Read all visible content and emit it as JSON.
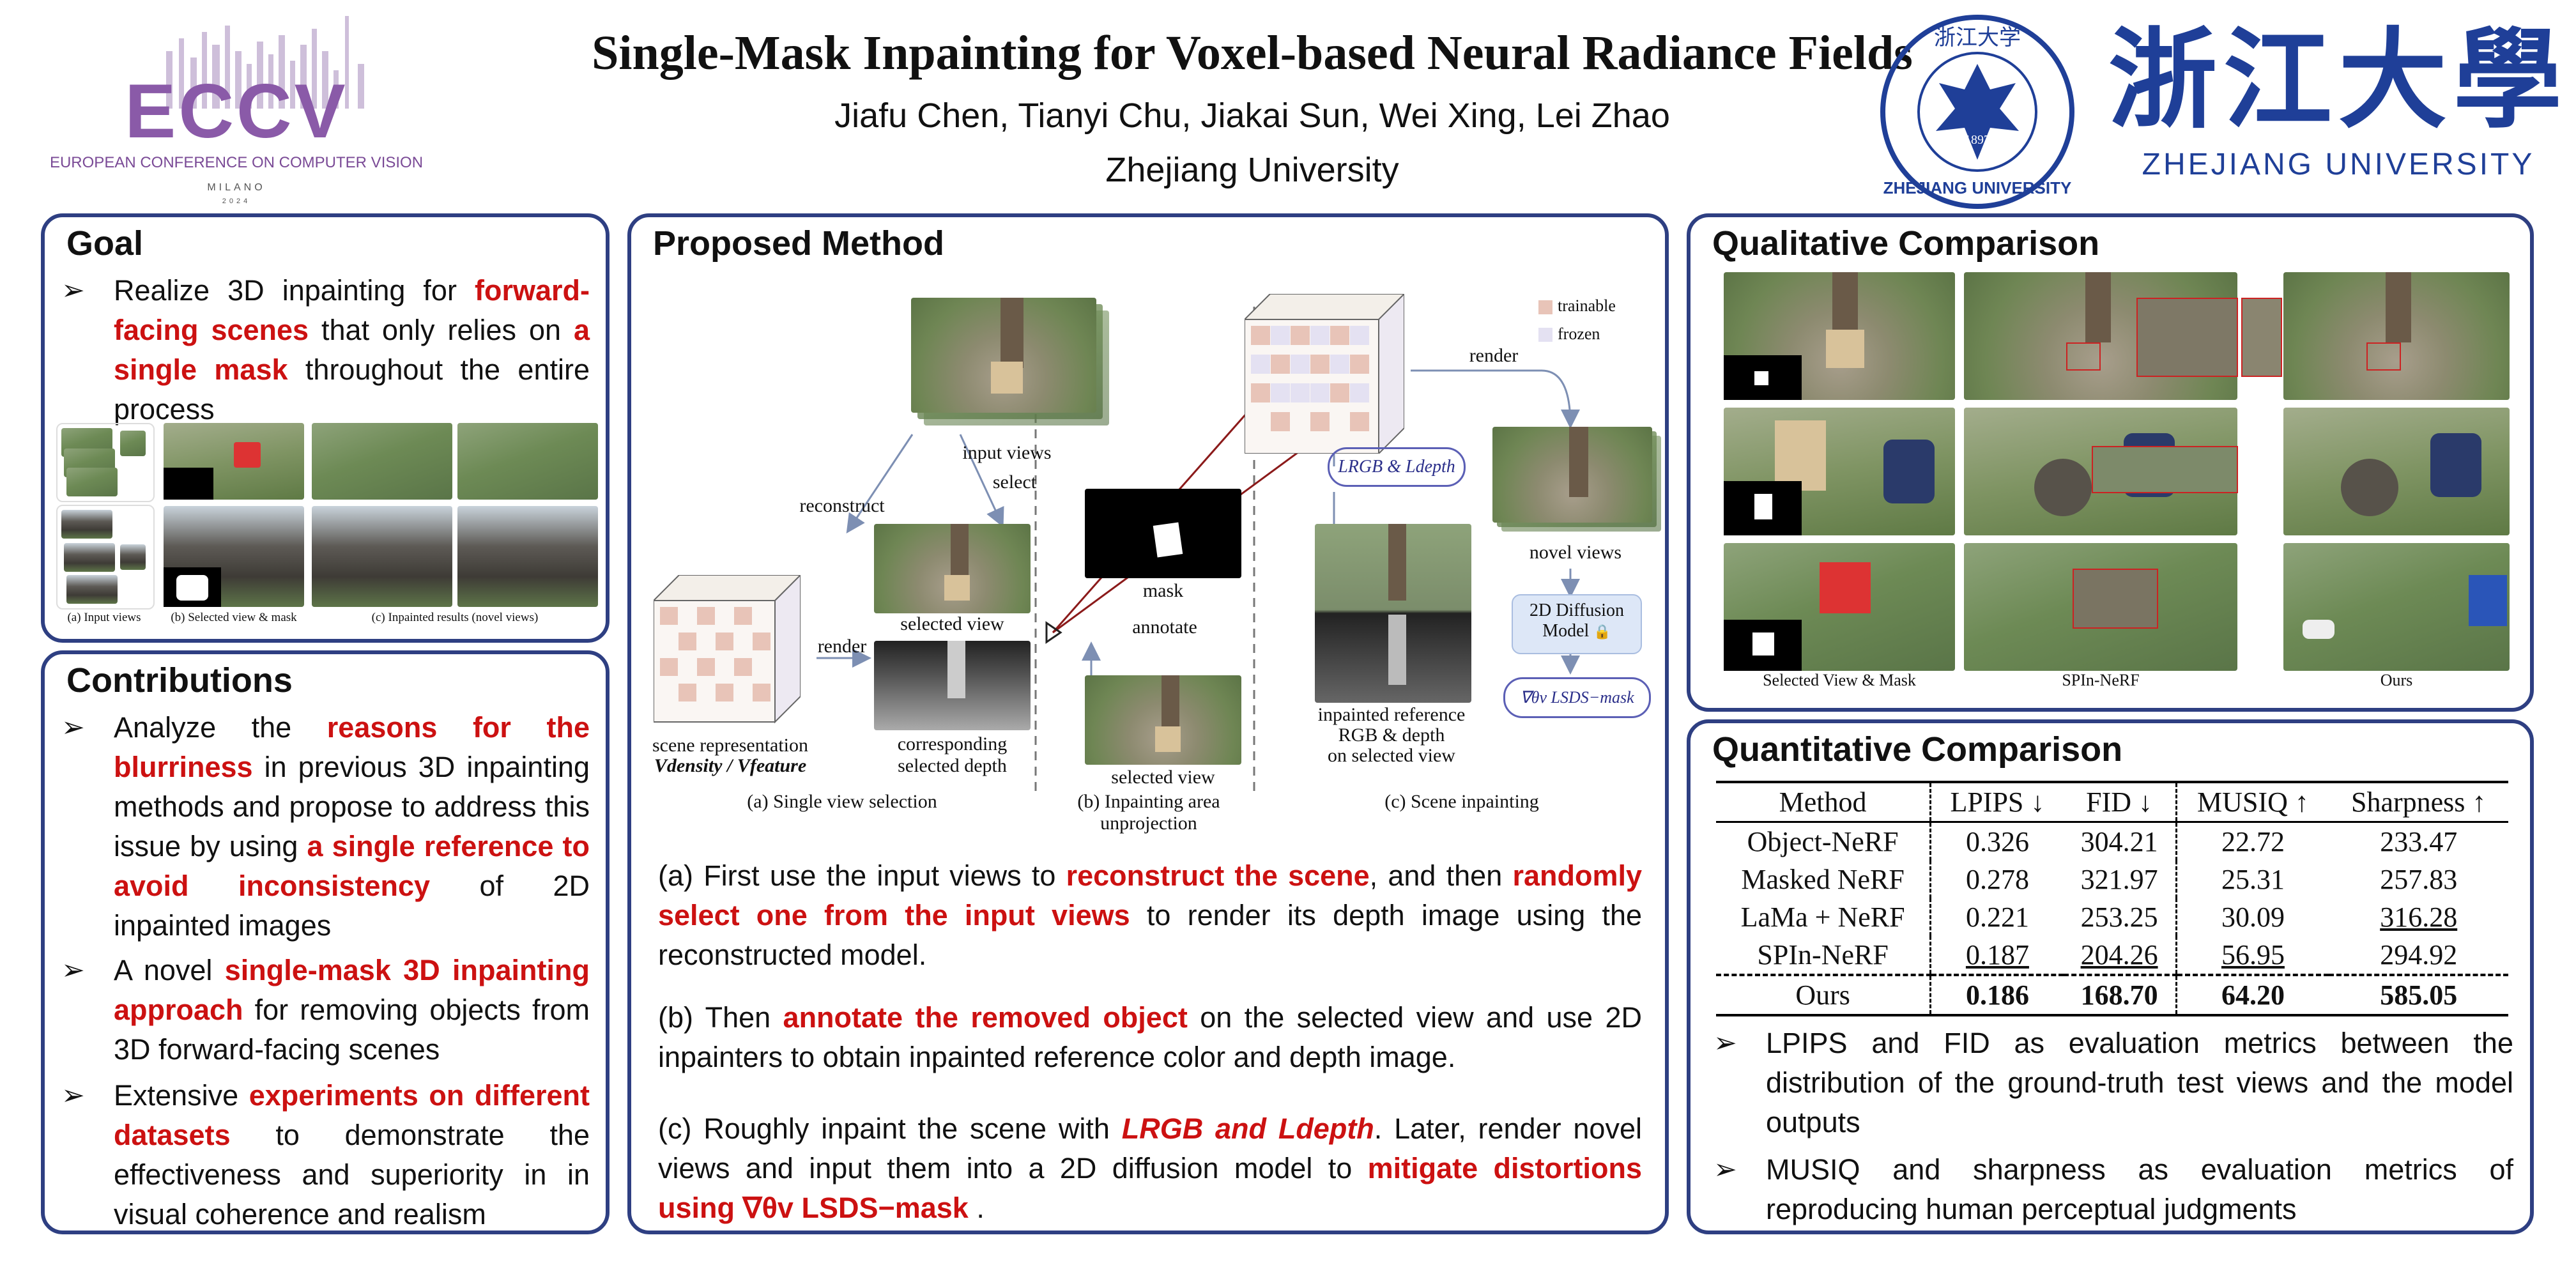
{
  "header": {
    "title": "Single-Mask Inpainting for Voxel-based Neural Radiance Fields",
    "authors": "Jiafu Chen, Tianyi Chu, Jiakai Sun, Wei Xing, Lei Zhao",
    "affiliation": "Zhejiang University",
    "conference_logo": {
      "acronym": "ECCV",
      "full_name": "EUROPEAN CONFERENCE ON COMPUTER VISION",
      "city": "MILANO",
      "year": "2024"
    },
    "university_logo": {
      "seal_text": "ZHEJIANG UNIVERSITY",
      "seal_year": "1897",
      "seal_chinese": "浙江大学",
      "wordmark_chinese": "浙江大學",
      "wordmark_english": "ZHEJIANG UNIVERSITY"
    }
  },
  "goal": {
    "heading": "Goal",
    "bullet": {
      "t1": "Realize 3D inpainting for ",
      "h1": "forward-facing scenes",
      "t2": " that only relies on ",
      "h2": "a single mask",
      "t3": " throughout the entire process"
    },
    "captions": {
      "input": "(a) Input views",
      "selected": "(b) Selected view & mask",
      "results": "(c) Inpainted results (novel views)"
    }
  },
  "contributions": {
    "heading": "Contributions",
    "b1": {
      "t1": "Analyze the ",
      "h1": "reasons for the blurriness",
      "t2": " in previous 3D inpainting methods and propose to address this issue by using ",
      "h2": "a single reference to avoid inconsistency",
      "t3": " of 2D inpainted images"
    },
    "b2": {
      "t1": "A novel ",
      "h1": "single-mask 3D inpainting approach",
      "t2": " for removing objects from 3D forward-facing scenes"
    },
    "b3": {
      "t1": "Extensive ",
      "h1": "experiments on different datasets",
      "t2": " to demonstrate the effectiveness and superiority in in visual coherence and realism"
    }
  },
  "method": {
    "heading": "Proposed Method",
    "diagram": {
      "input_views": "input views",
      "reconstruct": "reconstruct",
      "select": "select",
      "render": "render",
      "scene_rep": "scene representation",
      "scene_rep_math": "Vdensity / Vfeature",
      "selected_view": "selected view",
      "corr_depth_1": "corresponding",
      "corr_depth_2": "selected depth",
      "mask": "mask",
      "annotate": "annotate",
      "selected_view_b": "selected view",
      "loss_rgb_depth": "LRGB & Ldepth",
      "inpainted_ref_1": "inpainted reference",
      "inpainted_ref_2": "RGB & depth",
      "inpainted_ref_3": "on selected view",
      "render_c": "render",
      "novel_views": "novel views",
      "diffusion_1": "2D Diffusion",
      "diffusion_2": "Model",
      "sds": "∇θv LSDS−mask",
      "legend_trainable": "trainable",
      "legend_frozen": "frozen",
      "cap_a": "(a) Single view selection",
      "cap_b": "(b) Inpainting area unprojection",
      "cap_c": "(c) Scene inpainting",
      "colors": {
        "trainable": "#e8c4b8",
        "frozen": "#e4e1f2",
        "oval_border": "#5b5fb5",
        "arrow": "#8b1a1a"
      }
    },
    "a": {
      "t1": "(a) First use the input views to ",
      "h1": "reconstruct the scene",
      "t2": ", and then ",
      "h2": "randomly select one from the input views",
      "t3": " to render its depth image using the reconstructed model."
    },
    "b": {
      "t1": "(b) Then ",
      "h1": "annotate the removed object",
      "t2": " on the selected view and use 2D inpainters to obtain inpainted reference color and depth image."
    },
    "c": {
      "t1": "(c) Roughly inpaint the scene with ",
      "h1": "LRGB and Ldepth",
      "t2": ". Later, render novel views and input them into a 2D diffusion model to ",
      "h2": "mitigate distortions using ∇θv LSDS−mask",
      "t3": " ."
    }
  },
  "qualitative": {
    "heading": "Qualitative Comparison",
    "captions": [
      "Selected View & Mask",
      "SPIn-NeRF",
      "Ours"
    ]
  },
  "quantitative": {
    "heading": "Quantitative Comparison",
    "columns": [
      "Method",
      "LPIPS ↓",
      "FID ↓",
      "MUSIQ ↑",
      "Sharpness ↑"
    ],
    "rows": [
      [
        "Object-NeRF",
        "0.326",
        "304.21",
        "22.72",
        "233.47"
      ],
      [
        "Masked NeRF",
        "0.278",
        "321.97",
        "25.31",
        "257.83"
      ],
      [
        "LaMa + NeRF",
        "0.221",
        "253.25",
        "30.09",
        "316.28"
      ],
      [
        "SPIn-NeRF",
        "0.187",
        "204.26",
        "56.95",
        "294.92"
      ],
      [
        "Ours",
        "0.186",
        "168.70",
        "64.20",
        "585.05"
      ]
    ],
    "bullets": [
      "LPIPS and FID as evaluation metrics between the distribution of the ground-truth test views and the model outputs",
      "MUSIQ and sharpness as evaluation metrics of reproducing human perceptual judgments"
    ]
  },
  "colors": {
    "panel_border": "#2e3f82",
    "highlight": "#cc1111",
    "zju_blue": "#1f3f98"
  }
}
